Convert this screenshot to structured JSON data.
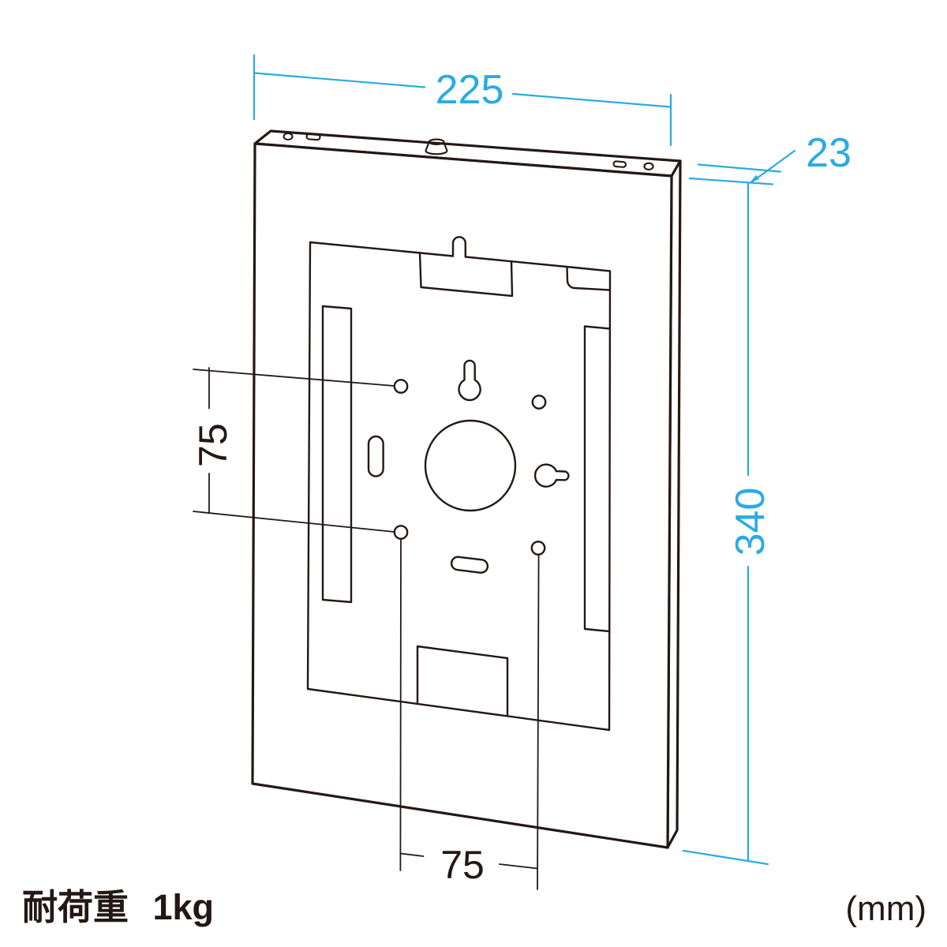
{
  "diagram": {
    "type": "product-dimension-drawing",
    "subject": "tablet-enclosure-rear-isometric-view"
  },
  "dimensions": {
    "width_mm": "225",
    "depth_mm": "23",
    "height_mm": "340",
    "hole_pitch_vertical_mm": "75",
    "hole_pitch_horizontal_mm": "75"
  },
  "footer": {
    "load_capacity": "耐荷重 1kg",
    "unit_label": "(mm)"
  },
  "colors": {
    "dimension": "#29ABE2",
    "line": "#231815",
    "background": "#ffffff"
  }
}
